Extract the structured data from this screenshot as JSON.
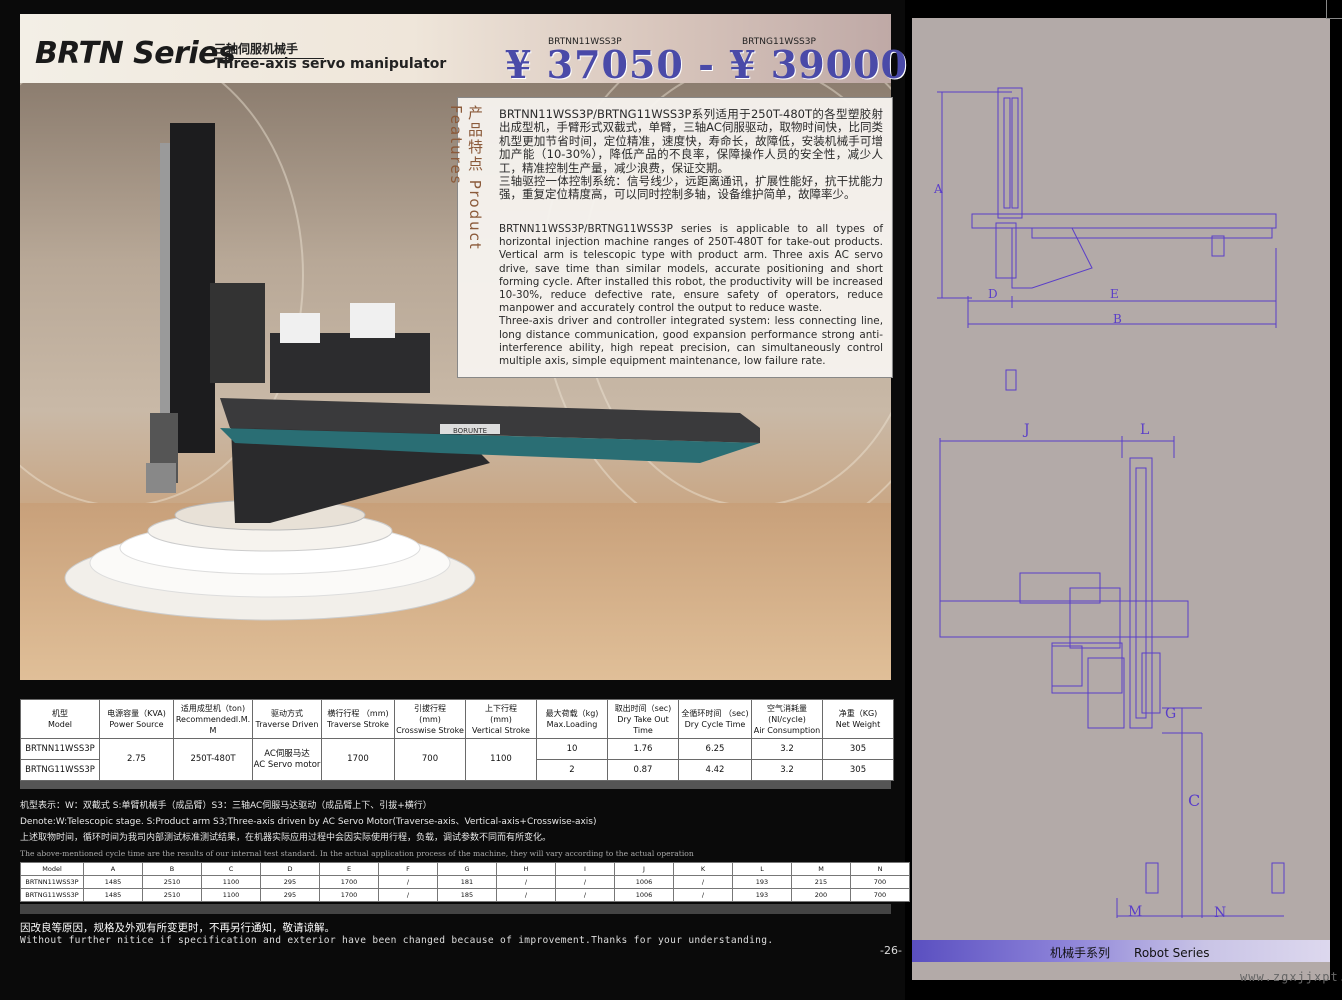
{
  "header": {
    "series_title": "BRTN Series",
    "subtitle_cn": "三轴伺服机械手",
    "subtitle_en": "Three-axis servo manipulator",
    "model_a": "BRTNN11WSS3P",
    "model_b": "BRTNG11WSS3P",
    "price_range": "¥ 37050 - ¥ 39000"
  },
  "features": {
    "side_label": "产品特点 Product Features",
    "cn_p1": "BRTNN11WSS3P/BRTNG11WSS3P系列适用于250T-480T的各型塑胶射出成型机，手臂形式双截式，单臂，三轴AC伺服驱动，取物时间快，比同类机型更加节省时间，定位精准，速度快，寿命长，故障低，安装机械手可增加产能（10-30%），降低产品的不良率，保障操作人员的安全性，减少人工，精准控制生产量，减少浪费，保证交期。",
    "cn_p2": "三轴驱控一体控制系统：信号线少，远距离通讯，扩展性能好，抗干扰能力强，重复定位精度高，可以同时控制多轴，设备维护简单，故障率少。",
    "en_p1": "BRTNN11WSS3P/BRTNG11WSS3P series is applicable to all types of horizontal injection machine ranges of 250T-480T for take-out products. Vertical arm is telescopic type with product arm. Three axis AC servo drive, save time than similar models, accurate positioning and short forming cycle. After installed this robot, the productivity will be increased 10-30%, reduce defective rate, ensure safety of operators, reduce manpower and accurately control the output to reduce waste.",
    "en_p2": "Three-axis driver and controller integrated system: less connecting line, long distance communication, good expansion performance strong anti-interference ability, high repeat precision, can simultaneously control multiple axis, simple equipment maintenance, low failure rate."
  },
  "photo": {
    "brand_text": "BORUNTE"
  },
  "spec_table": {
    "headers": [
      [
        "机型",
        "Model"
      ],
      [
        "电源容量（KVA)",
        "Power Source"
      ],
      [
        "适用成型机（ton)",
        "Recommendedl.M.",
        "M"
      ],
      [
        "驱动方式",
        "Traverse Driven"
      ],
      [
        "横行行程 （mm)",
        "Traverse Stroke"
      ],
      [
        "引拔行程",
        "(mm)",
        "Crosswise Stroke"
      ],
      [
        "上下行程",
        "(mm)",
        "Vertical Stroke"
      ],
      [
        "最大荷载（kg)",
        "Max.Loading"
      ],
      [
        "取出时间（sec)",
        "Dry Take Out",
        "Time"
      ],
      [
        "全循环时间 （sec)",
        "Dry Cycle Time"
      ],
      [
        "空气消耗量",
        "(Nl/cycle)",
        "Air Consumption"
      ],
      [
        "净重（KG)",
        "Net Weight"
      ]
    ],
    "row1": {
      "model": "BRTNN11WSS3P",
      "max_load": "10",
      "take_out": "1.76",
      "cycle": "6.25",
      "air": "3.2",
      "weight": "305"
    },
    "row2": {
      "model": "BRTNG11WSS3P",
      "max_load": "2",
      "take_out": "0.87",
      "cycle": "4.42",
      "air": "3.2",
      "weight": "305"
    },
    "shared": {
      "power": "2.75",
      "machine": "250T-480T",
      "drive_cn": "AC伺服马达",
      "drive_en": "AC Servo motor",
      "traverse": "1700",
      "crosswise": "700",
      "vertical": "1100"
    }
  },
  "notes": {
    "line1": "机型表示：W：双截式 S:单臂机械手（成品臂）S3：三轴AC伺服马达驱动（成品臂上下、引拔+横行）",
    "line2": "Denote:W:Telescopic stage. S:Product arm S3;Three-axis driven by AC Servo Motor(Traverse-axis、Vertical-axis+Crosswise-axis)",
    "line3": "上述取物时间，循环时间为我司内部测试标准测试结果，在机器实际应用过程中会因实际使用行程，负载，调试参数不同而有所变化。",
    "line4": "The above-mentioned cycle time are the results of our internal test standard. In the actual application process of the machine, they will vary according to the actual operation"
  },
  "dims_table": {
    "header": [
      "Model",
      "A",
      "B",
      "C",
      "D",
      "E",
      "F",
      "G",
      "H",
      "I",
      "J",
      "K",
      "L",
      "M",
      "N"
    ],
    "rows": [
      [
        "BRTNN11WSS3P",
        "1485",
        "2510",
        "1100",
        "295",
        "1700",
        "/",
        "181",
        "/",
        "/",
        "1006",
        "/",
        "193",
        "215",
        "700"
      ],
      [
        "BRTNG11WSS3P",
        "1485",
        "2510",
        "1100",
        "295",
        "1700",
        "/",
        "185",
        "/",
        "/",
        "1006",
        "/",
        "193",
        "200",
        "700"
      ]
    ]
  },
  "footer": {
    "cn": "因改良等原因，规格及外观有所变更时，不再另行通知，敬请谅解。",
    "en": "Without further nitice if specification and exterior have been changed because of improvement.Thanks for your understanding.",
    "page": "-26-"
  },
  "drawing": {
    "labels": {
      "A": "A",
      "B": "B",
      "D": "D",
      "E": "E",
      "J": "J",
      "L": "L",
      "G": "G",
      "C": "C",
      "M": "M",
      "N": "N"
    }
  },
  "right_footer": {
    "cn": "机械手系列",
    "en": "Robot Series",
    "watermark": "www.zgxjjxpt.com"
  },
  "colors": {
    "price": "#4a4aa8",
    "drawing_line": "#5a3ec8",
    "right_bg": "#b3aaa8"
  }
}
